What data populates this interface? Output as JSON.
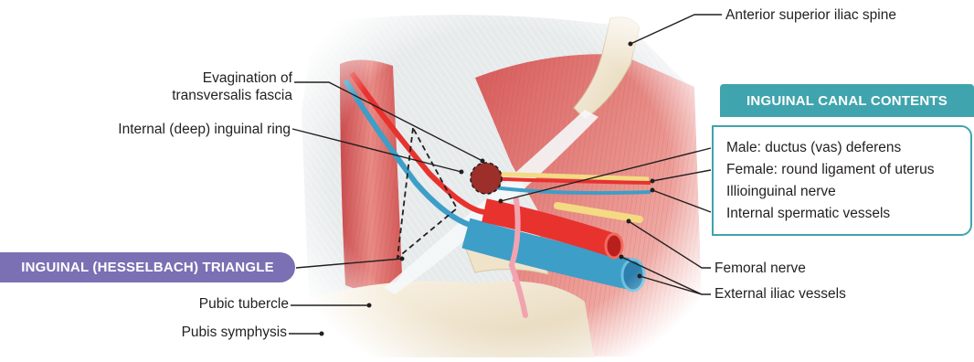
{
  "labels": {
    "asis": "Anterior superior iliac spine",
    "evagination_1": "Evagination of",
    "evagination_2": "transversalis fascia",
    "internal_ring": "Internal (deep) inguinal ring",
    "pubic_tubercle": "Pubic tubercle",
    "pubis_symphysis": "Pubis symphysis",
    "femoral_nerve": "Femoral nerve",
    "external_iliac": "External iliac vessels"
  },
  "contents_panel": {
    "title": "INGUINAL CANAL CONTENTS",
    "items": [
      "Male: ductus (vas) deferens",
      "Female: round ligament of uterus",
      "Illioinguinal nerve",
      "Internal spermatic vessels"
    ]
  },
  "triangle_badge": {
    "title": "INGUINAL (HESSELBACH) TRIANGLE"
  },
  "colors": {
    "teal": "#3fa4ad",
    "purple": "#7b70b3",
    "artery": "#e8322e",
    "vein": "#3d9ec8",
    "nerve": "#f3da83",
    "muscle": "#d9605f",
    "fascia": "#e4e9ea",
    "bone": "#f1e6cf"
  }
}
